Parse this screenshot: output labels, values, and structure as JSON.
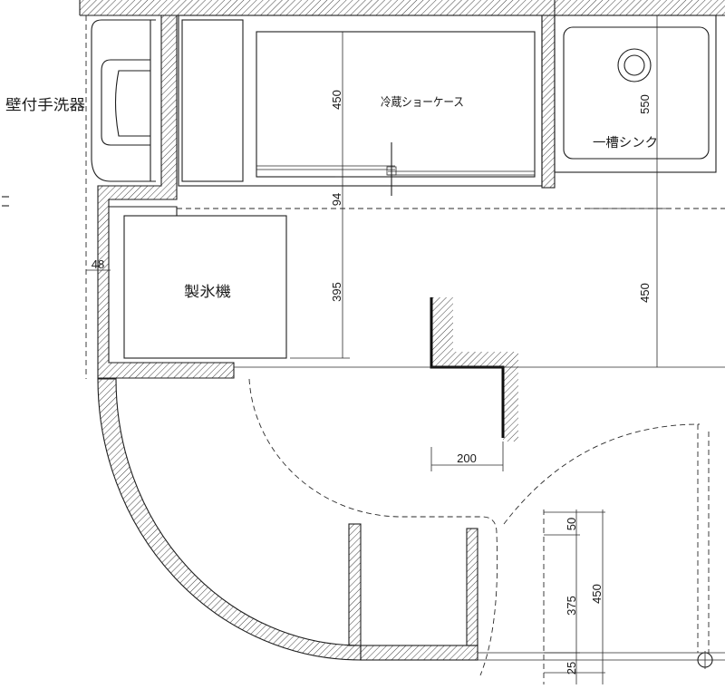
{
  "labels": {
    "hand_washer": "壁付手洗器",
    "showcase": "冷蔵ショーケース",
    "ice_machine": "製氷機",
    "sink": "一槽シンク"
  },
  "dimensions": {
    "showcase_depth": "450",
    "showcase_gap": "94",
    "ice_machine_depth": "395",
    "sink_depth": "550",
    "aisle_width": "450",
    "wall_offset": "48",
    "partition_width": "200",
    "bottom_top": "50",
    "bottom_middle": "375",
    "bottom_total": "450",
    "bottom_end": "25"
  }
}
